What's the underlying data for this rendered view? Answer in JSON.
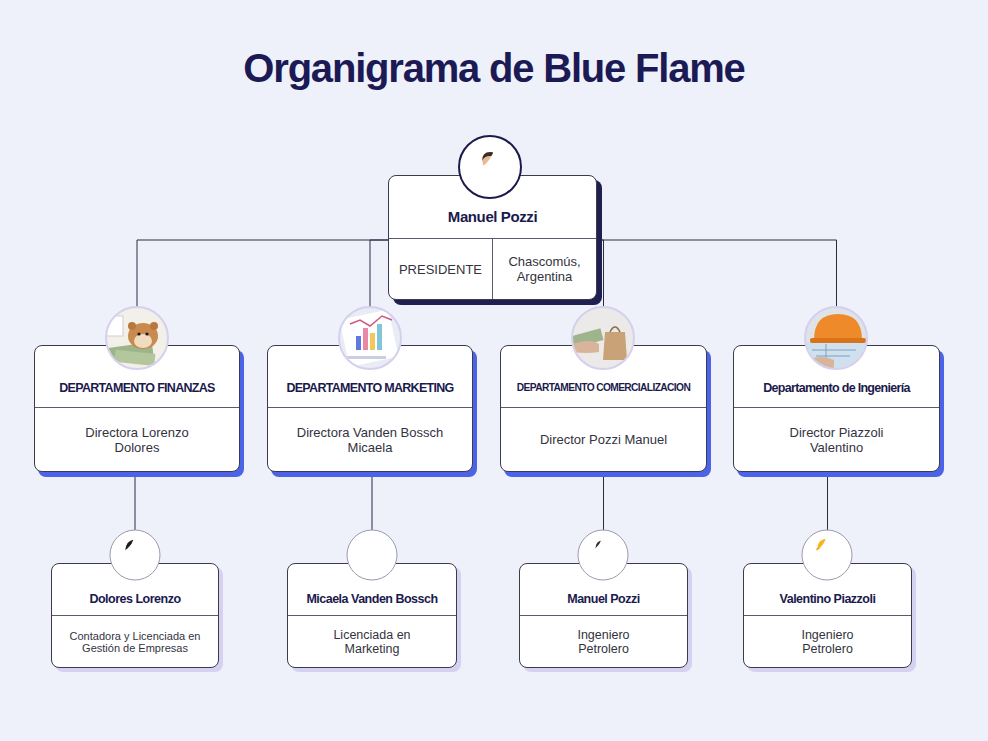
{
  "diagram": {
    "title": "Organigrama de Blue Flame",
    "nodes": [
      {
        "text": [
          "Manuel Pozzi",
          "PRESIDENTE",
          "Chascomús, Argentina"
        ]
      },
      {
        "text": [
          "DEPARTAMENTO FINANZAS",
          "Directora Lorenzo Dolores"
        ]
      },
      {
        "text": [
          "DEPARTAMENTO MARKETING",
          "Directora Vanden Bossch Micaela"
        ]
      },
      {
        "text": [
          "DEPARTAMENTO COMERCIALIZACION",
          "Director Pozzi Manuel"
        ]
      },
      {
        "text": [
          "Departamento de Ingeniería",
          "Director Piazzoli Valentino"
        ]
      },
      {
        "text": [
          "Dolores Lorenzo",
          "Contadora y Licenciada en Gestión de Empresas"
        ]
      },
      {
        "text": [
          "Micaela Vanden Bossch",
          "Licenciada en Marketing"
        ]
      },
      {
        "text": [
          "Manuel Pozzi",
          "Ingeniero Petrolero"
        ]
      },
      {
        "text": [
          "Valentino Piazzoli",
          "Ingeniero Petrolero"
        ]
      }
    ],
    "edges": [
      {
        "from": 0,
        "to": 1,
        "arrow": "none"
      },
      {
        "from": 0,
        "to": 2,
        "arrow": "none"
      },
      {
        "from": 0,
        "to": 3,
        "arrow": "none"
      },
      {
        "from": 0,
        "to": 4,
        "arrow": "none"
      },
      {
        "from": 1,
        "to": 5,
        "arrow": "none"
      },
      {
        "from": 2,
        "to": 6,
        "arrow": "none"
      },
      {
        "from": 3,
        "to": 7,
        "arrow": "none"
      },
      {
        "from": 4,
        "to": 8,
        "arrow": "none"
      }
    ]
  }
}
